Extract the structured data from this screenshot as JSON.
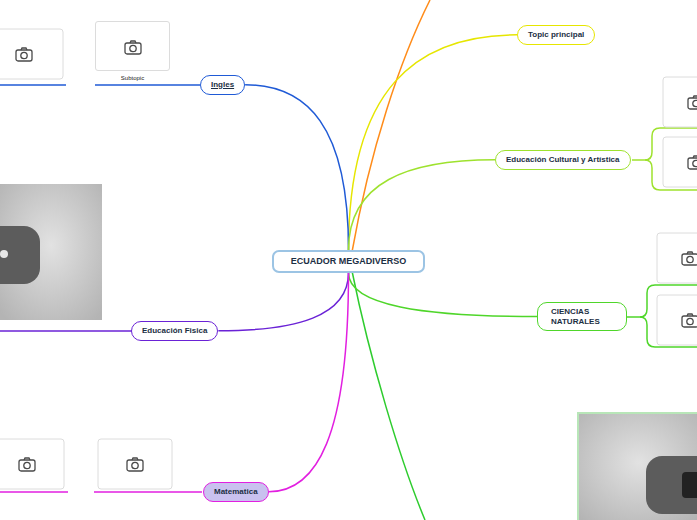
{
  "diagram": {
    "nodes": [
      {
        "text": [
          "Topic principal"
        ]
      },
      {
        "text": [
          "Subtopic"
        ]
      },
      {
        "text": [
          "Ingles"
        ]
      },
      {
        "text": [
          "Educación Cultural y Artística"
        ]
      },
      {
        "text": [
          "ECUADOR MEGADIVERSO"
        ]
      },
      {
        "text": [
          "CIENCIAS NATURALES"
        ]
      },
      {
        "text": [
          "Educación Fisica"
        ]
      },
      {
        "text": [
          "Matematica"
        ]
      }
    ],
    "edges": [
      {
        "from": 4,
        "to": 0,
        "arrow": "none"
      },
      {
        "from": 4,
        "to": 2,
        "arrow": "none"
      },
      {
        "from": 2,
        "to": 1,
        "arrow": "none"
      },
      {
        "from": 4,
        "to": 3,
        "arrow": "none"
      },
      {
        "from": 4,
        "to": 5,
        "arrow": "none"
      },
      {
        "from": 4,
        "to": 6,
        "arrow": "none"
      },
      {
        "from": 4,
        "to": 7,
        "arrow": "none"
      }
    ]
  }
}
